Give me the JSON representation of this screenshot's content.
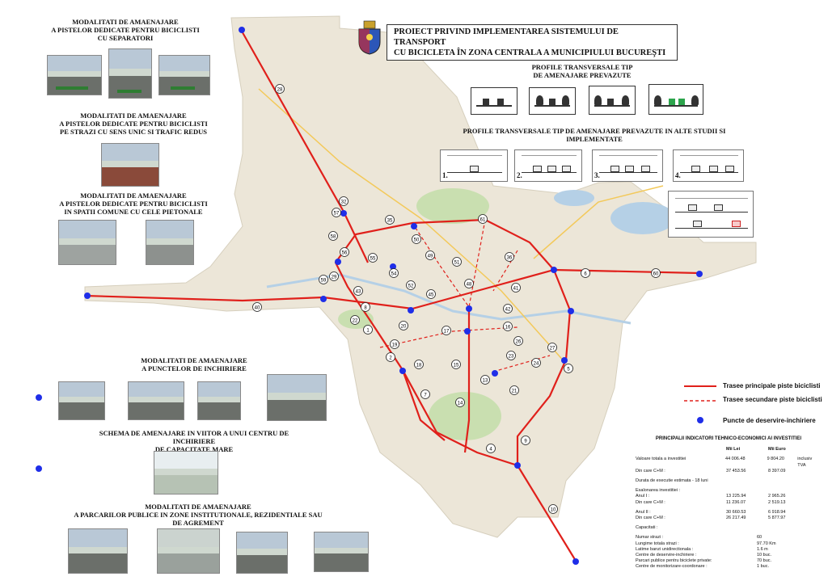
{
  "header": {
    "title_line1": "PROIECT PRIVIND IMPLEMENTAREA SISTEMULUI DE TRANSPORT",
    "title_line2": "CU BICICLETA ÎN ZONA CENTRALA A MUNICIPIULUI BUCUREŞTI"
  },
  "left_sections": [
    {
      "line1": "MODALITATI DE AMAENAJARE",
      "line2": "A PISTELOR DEDICATE PENTRU BICICLISTI",
      "line3": "CU SEPARATORI"
    },
    {
      "line1": "MODALITATI DE AMAENAJARE",
      "line2": "A PISTELOR DEDICATE PENTRU BICICLISTI",
      "line3": "PE STRAZI CU SENS UNIC SI TRAFIC REDUS"
    },
    {
      "line1": "MODALITATI DE AMAENAJARE",
      "line2": "A PISTELOR DEDICATE PENTRU BICICLISTI",
      "line3": "IN SPATII COMUNE CU CELE PIETONALE"
    },
    {
      "line1": "MODALITATI DE AMAENAJARE",
      "line2": "A PUNCTELOR DE INCHIRIERE",
      "line3": ""
    },
    {
      "line1": "SCHEMA DE AMENAJARE IN VIITOR A UNUI CENTRU DE INCHIRIERE",
      "line2": "DE CAPACITATE MARE",
      "line3": ""
    },
    {
      "line1": "MODALITATI DE AMAENAJARE",
      "line2": "A PARCARILOR PUBLICE IN ZONE INSTITUTIONALE, REZIDENTIALE SAU DE AGREMENT",
      "line3": ""
    }
  ],
  "profiles": {
    "title_line1": "PROFILE TRANSVERSALE TIP",
    "title_line2": "DE AMENAJARE PREVAZUTE",
    "studies_title": "PROFILE TRANSVERSALE TIP  DE AMENAJARE PREVAZUTE IN ALTE STUDII SI IMPLEMENTATE",
    "study_numbers": [
      "1.",
      "2.",
      "3.",
      "4."
    ]
  },
  "legend": {
    "main_routes": "Trasee principale piste biciclisti",
    "secondary_routes": "Trasee secundare piste biciclisti",
    "service_points": "Puncte de deservire-inchiriere"
  },
  "colors": {
    "route_red": "#e0201b",
    "service_blue": "#1f2ee8",
    "map_base": "#ece6d8",
    "park_green": "#c9dfb0",
    "water_blue": "#b5d0e6"
  },
  "route_labels": [
    "1",
    "2",
    "4",
    "5",
    "6",
    "7",
    "8",
    "9",
    "10",
    "13",
    "14",
    "15",
    "16",
    "17",
    "18",
    "19",
    "20",
    "21",
    "22",
    "23",
    "24",
    "26",
    "27",
    "28",
    "29",
    "32",
    "35",
    "36",
    "40",
    "41",
    "42",
    "43",
    "45",
    "48",
    "49",
    "50",
    "51",
    "52",
    "54",
    "55",
    "56",
    "57",
    "58",
    "59",
    "60",
    "61"
  ],
  "stats": {
    "title_line1": "PRINCIPALII INDICATORI TEHNICO-ECONOMICI AI",
    "title_line2": "INVESTITIEI",
    "col_lei": "Mii Lei",
    "col_euro": "Mii Euro",
    "rows": [
      {
        "label": "Valoare totala a investitiei",
        "lei": "44 006.48",
        "euro": "9 804.20",
        "note": "inclusiv TVA"
      },
      {
        "label": "Din care C+M :",
        "lei": "37 453.56",
        "euro": "8 397.09",
        "note": ""
      }
    ],
    "duration": "Durata de executie estimata - 18 luni",
    "esal_title": "Esalonarea investitiei :",
    "year1_label": "Anul I :",
    "year1_lei": "13 225.94",
    "year1_euro": "2 965.26",
    "year1_cm_label": "Din care C+M :",
    "year1_cm_lei": "11 236.07",
    "year1_cm_euro": "2 519.13",
    "year2_label": "Anul II :",
    "year2_lei": "30 660.53",
    "year2_euro": "6 918.94",
    "year2_cm_label": "Din care C+M :",
    "year2_cm_lei": "26 217.49",
    "year2_cm_euro": "5 877.97",
    "capacities_title": "Capacitati :",
    "capacities": [
      {
        "label": "Numar strazi :",
        "value": "60"
      },
      {
        "label": "Lungime totala strazi :",
        "value": "97.70 Km"
      },
      {
        "label": "Latime banzi unidirectionala :",
        "value": "1.6 m"
      },
      {
        "label": "Centre de deservire-inchiriere :",
        "value": "10 buc."
      },
      {
        "label": "Parcari publice pentru biciclete private:",
        "value": "70 buc."
      },
      {
        "label": "Centre de monitorizare-coordonare :",
        "value": "1 buc."
      }
    ]
  }
}
